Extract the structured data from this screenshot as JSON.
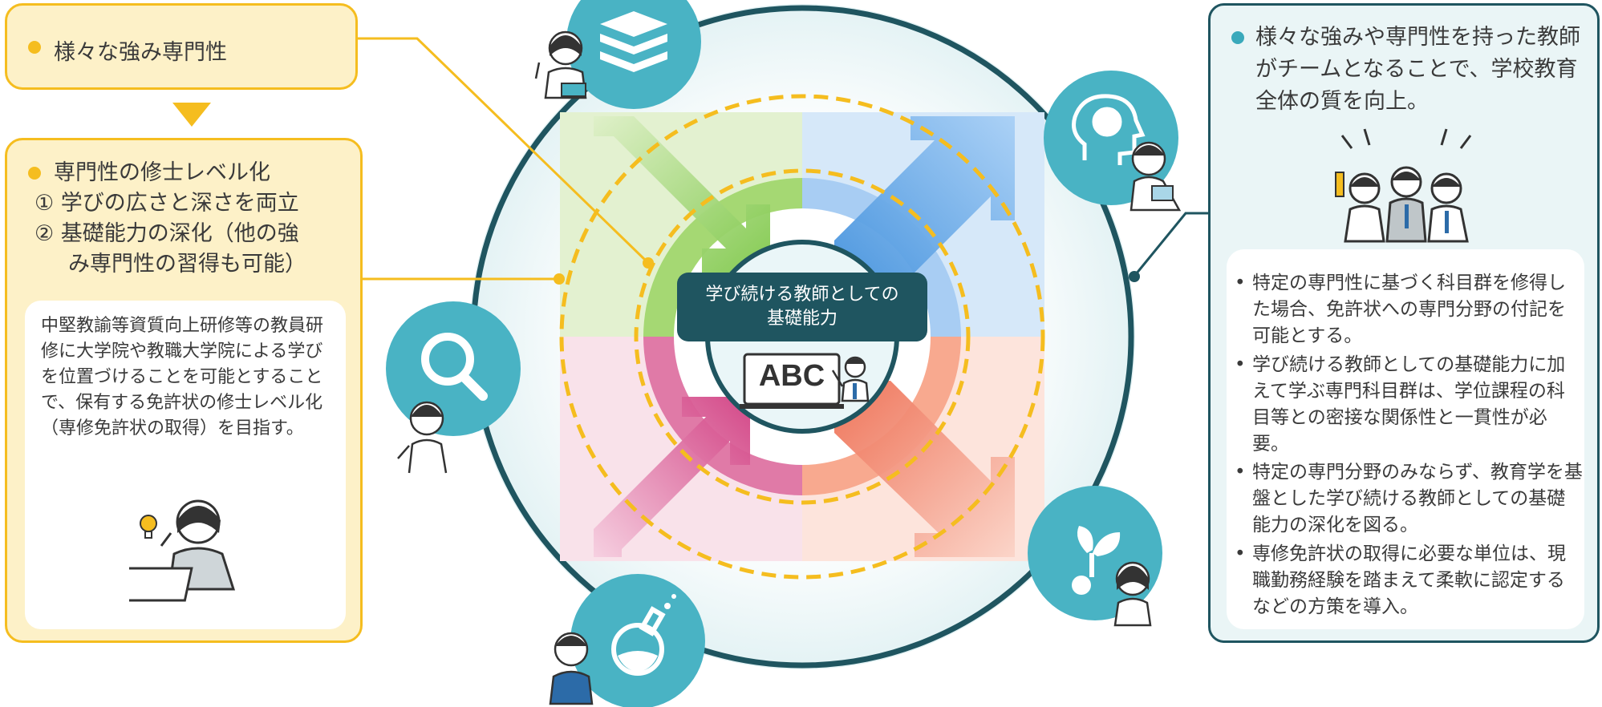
{
  "left": {
    "top_box": "様々な強み専門性",
    "heading": "専門性の修士レベル化",
    "point1": "① 学びの広さと深さを両立",
    "point2_line1": "② 基礎能力の深化（他の強",
    "point2_line2": "み専門性の習得も可能）",
    "paragraph": "中堅教諭等資質向上研修等の教員研修に大学院や教職大学院による学びを位置づけることを可能とすることで、保有する免許状の修士レベル化（専修免許状の取得）を目指す。"
  },
  "center": {
    "line1": "学び続ける教師としての",
    "line2": "基礎能力",
    "board_text": "ABC"
  },
  "right": {
    "heading": "様々な強みや専門性を持った教師がチームとなることで、学校教育全体の質を向上。",
    "bullets": [
      "特定の専門性に基づく科目群を修得した場合、免許状への専門分野の付記を可能とする。",
      "学び続ける教師としての基礎能力に加えて学ぶ専門科目群は、学位課程の科目等との密接な関係性と一貫性が必要。",
      "特定の専門分野のみならず、教育学を基盤とした学び続ける教師としての基礎能力の深化を図る。",
      "専修免許状の取得に必要な単位は、現職勤務経験を踏まえて柔軟に認定するなどの方策を導入。"
    ],
    "bullet_char": "•"
  },
  "colors": {
    "yellow": "#f5bd1f",
    "cream": "#fdf1c8",
    "teal_dark": "#1f5560",
    "teal": "#49b3c4",
    "green": "#8fcf4e",
    "blue": "#4f9ee0",
    "pink": "#d8548c",
    "salmon": "#f0866a"
  }
}
